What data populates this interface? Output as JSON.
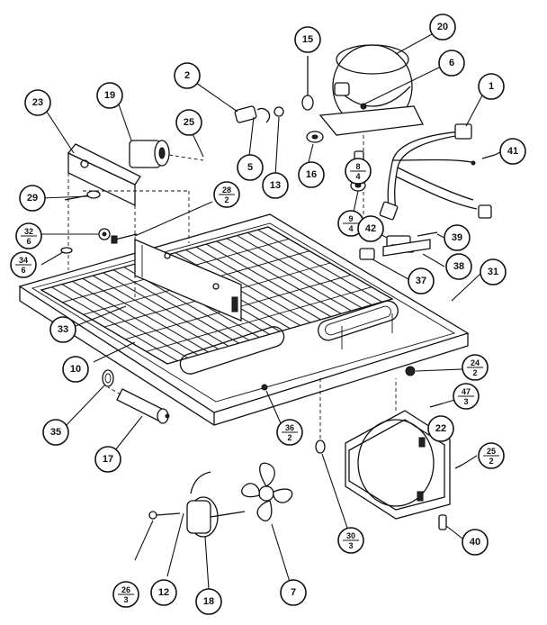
{
  "callouts": [
    {
      "id": "c1",
      "label": "1"
    },
    {
      "id": "c2",
      "label": "2"
    },
    {
      "id": "c5",
      "label": "5"
    },
    {
      "id": "c6",
      "label": "6"
    },
    {
      "id": "c7",
      "label": "7"
    },
    {
      "id": "c8",
      "label": "8",
      "sub": "4"
    },
    {
      "id": "c9",
      "label": "9",
      "sub": "4"
    },
    {
      "id": "c10",
      "label": "10"
    },
    {
      "id": "c12",
      "label": "12"
    },
    {
      "id": "c13",
      "label": "13"
    },
    {
      "id": "c15",
      "label": "15"
    },
    {
      "id": "c16",
      "label": "16"
    },
    {
      "id": "c17",
      "label": "17"
    },
    {
      "id": "c18",
      "label": "18"
    },
    {
      "id": "c19",
      "label": "19"
    },
    {
      "id": "c20",
      "label": "20"
    },
    {
      "id": "c22",
      "label": "22"
    },
    {
      "id": "c23",
      "label": "23"
    },
    {
      "id": "c24",
      "label": "24",
      "sub": "2"
    },
    {
      "id": "c25",
      "label": "25"
    },
    {
      "id": "c25b",
      "label": "25",
      "sub": "2"
    },
    {
      "id": "c26",
      "label": "26",
      "sub": "3"
    },
    {
      "id": "c28",
      "label": "28",
      "sub": "2"
    },
    {
      "id": "c29",
      "label": "29"
    },
    {
      "id": "c30",
      "label": "30",
      "sub": "3"
    },
    {
      "id": "c31",
      "label": "31"
    },
    {
      "id": "c32",
      "label": "32",
      "sub": "6"
    },
    {
      "id": "c33",
      "label": "33"
    },
    {
      "id": "c34",
      "label": "34",
      "sub": "6"
    },
    {
      "id": "c35",
      "label": "35"
    },
    {
      "id": "c36",
      "label": "36",
      "sub": "2"
    },
    {
      "id": "c37",
      "label": "37"
    },
    {
      "id": "c38",
      "label": "38"
    },
    {
      "id": "c39",
      "label": "39"
    },
    {
      "id": "c40",
      "label": "40"
    },
    {
      "id": "c41",
      "label": "41"
    },
    {
      "id": "c42",
      "label": "42"
    },
    {
      "id": "c47",
      "label": "47",
      "sub": "3"
    }
  ]
}
